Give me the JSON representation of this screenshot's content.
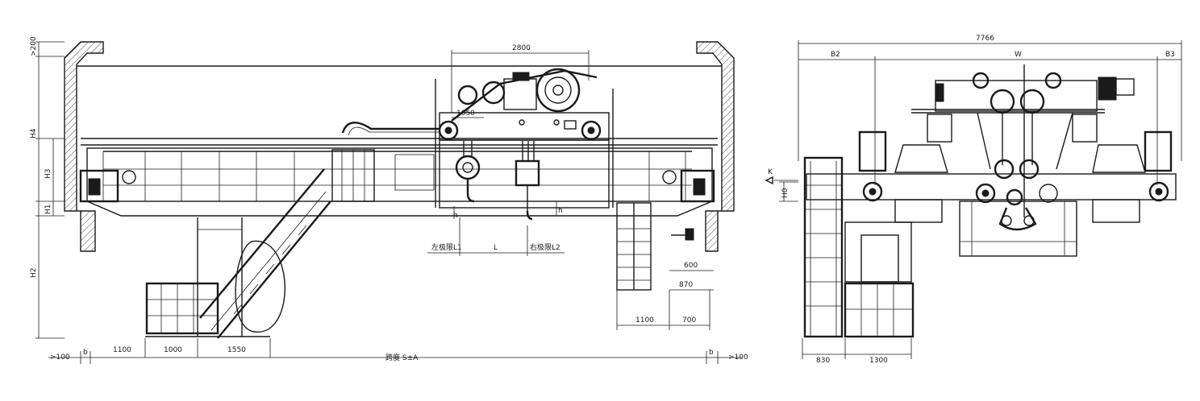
{
  "front_view": {
    "dims": {
      "top_clearance": ">200",
      "h4": "H4",
      "h3": "H3",
      "h1": "H1",
      "h2": "H2",
      "trolley_width": "2800",
      "wheel_gap": "1050",
      "left_margin": ">100",
      "b_left": "b",
      "d1100": "1100",
      "d1000": "1000",
      "d1550": "1550",
      "span": "跨度 S±A",
      "b_right": "b",
      "right_margin": ">100",
      "limit_l1": "左极限L1",
      "l": "L",
      "limit_l2": "右极限L2",
      "h_small": "h",
      "h_right": "h",
      "d600": "600",
      "d870": "870",
      "d1100b": "1100",
      "d700": "700"
    }
  },
  "side_view": {
    "dims": {
      "total": "7766",
      "b2": "B2",
      "w": "W",
      "b3": "B3",
      "k": "K",
      "h0": "H0",
      "d830": "830",
      "d1300": "1300"
    }
  }
}
